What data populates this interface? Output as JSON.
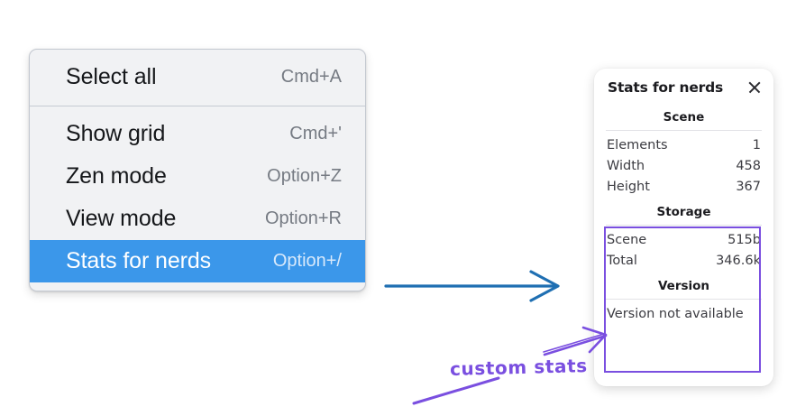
{
  "context_menu": {
    "name": "context-menu",
    "groups": [
      {
        "items": [
          {
            "label": "Select all",
            "shortcut": "Cmd+A",
            "selected": false
          }
        ]
      },
      {
        "items": [
          {
            "label": "Show grid",
            "shortcut": "Cmd+'",
            "selected": false
          },
          {
            "label": "Zen mode",
            "shortcut": "Option+Z",
            "selected": false
          },
          {
            "label": "View mode",
            "shortcut": "Option+R",
            "selected": false
          },
          {
            "label": "Stats for nerds",
            "shortcut": "Option+/",
            "selected": true
          }
        ]
      }
    ],
    "highlight_color": "#3b97ea"
  },
  "stats_panel": {
    "title": "Stats for nerds",
    "close_icon": "close-icon",
    "sections": [
      {
        "heading": "Scene",
        "rows": [
          {
            "key": "Elements",
            "value": "1"
          },
          {
            "key": "Width",
            "value": "458"
          },
          {
            "key": "Height",
            "value": "367"
          }
        ]
      },
      {
        "heading": "Storage",
        "rows": [
          {
            "key": "Scene",
            "value": "515b"
          },
          {
            "key": "Total",
            "value": "346.6k"
          }
        ]
      },
      {
        "heading": "Version",
        "full_rows": [
          "Version not available"
        ]
      }
    ]
  },
  "annotations": {
    "custom_stats_label": "custom stats",
    "label_color": "#7a4fe0",
    "arrow_color": "#1f6fb2"
  }
}
